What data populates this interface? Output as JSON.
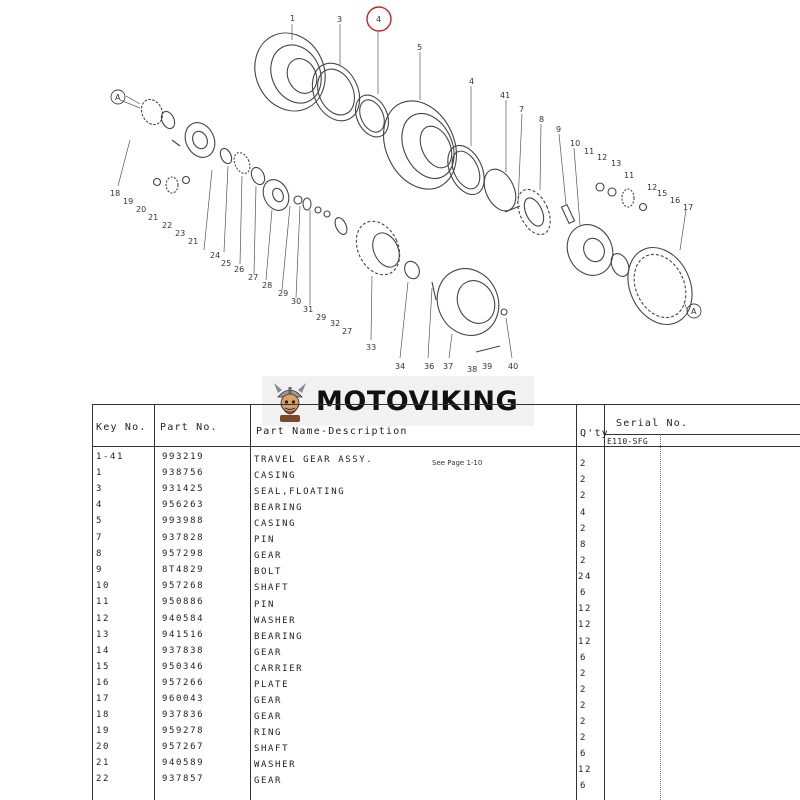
{
  "diagram": {
    "callouts": [
      "1",
      "3",
      "4",
      "5",
      "4",
      "41",
      "7",
      "8",
      "9",
      "10",
      "11",
      "12",
      "13",
      "11",
      "12",
      "15",
      "16",
      "17",
      "18",
      "19",
      "20",
      "21",
      "22",
      "23",
      "21",
      "24",
      "25",
      "26",
      "27",
      "28",
      "29",
      "30",
      "31",
      "29",
      "32",
      "27",
      "33",
      "34",
      "36",
      "37",
      "38",
      "39",
      "40"
    ],
    "ref_markers": [
      "A",
      "A"
    ],
    "highlight_color": "#cc2222"
  },
  "brand": {
    "name": "MOTOVIKING",
    "icon": "viking-mascot-icon",
    "accent": "#c05a1f"
  },
  "table": {
    "headers": {
      "key_no": "Key No.",
      "part_no": "Part No.",
      "description": "Part Name-Description",
      "qty": "Q'ty",
      "serial_no": "Serial No.",
      "serial_model": "E110-SFG"
    },
    "note": "See Page 1-10",
    "rows": [
      {
        "key": "1-41",
        "part": "993219",
        "desc": "TRAVEL GEAR ASSY.",
        "qty": "2"
      },
      {
        "key": "1",
        "part": "938756",
        "desc": "CASING",
        "qty": "2"
      },
      {
        "key": "3",
        "part": "931425",
        "desc": "SEAL,FLOATING",
        "qty": "2"
      },
      {
        "key": "4",
        "part": "956263",
        "desc": "BEARING",
        "qty": "4"
      },
      {
        "key": "5",
        "part": "993988",
        "desc": "CASING",
        "qty": "2"
      },
      {
        "key": "7",
        "part": "937828",
        "desc": "PIN",
        "qty": "8"
      },
      {
        "key": "8",
        "part": "957298",
        "desc": "GEAR",
        "qty": "2"
      },
      {
        "key": "9",
        "part": "8T4829",
        "desc": "BOLT",
        "qty": "24"
      },
      {
        "key": "10",
        "part": "957268",
        "desc": "SHAFT",
        "qty": "6"
      },
      {
        "key": "11",
        "part": "950886",
        "desc": "PIN",
        "qty": "12"
      },
      {
        "key": "12",
        "part": "940584",
        "desc": "WASHER",
        "qty": "12"
      },
      {
        "key": "13",
        "part": "941516",
        "desc": "BEARING",
        "qty": "12"
      },
      {
        "key": "14",
        "part": "937838",
        "desc": "GEAR",
        "qty": "6"
      },
      {
        "key": "15",
        "part": "950346",
        "desc": "CARRIER",
        "qty": "2"
      },
      {
        "key": "16",
        "part": "957266",
        "desc": "PLATE",
        "qty": "2"
      },
      {
        "key": "17",
        "part": "960043",
        "desc": "GEAR",
        "qty": "2"
      },
      {
        "key": "18",
        "part": "937836",
        "desc": "GEAR",
        "qty": "2"
      },
      {
        "key": "19",
        "part": "959278",
        "desc": "RING",
        "qty": "2"
      },
      {
        "key": "20",
        "part": "957267",
        "desc": "SHAFT",
        "qty": "6"
      },
      {
        "key": "21",
        "part": "940589",
        "desc": "WASHER",
        "qty": "12"
      },
      {
        "key": "22",
        "part": "937857",
        "desc": "GEAR",
        "qty": "6"
      }
    ]
  }
}
